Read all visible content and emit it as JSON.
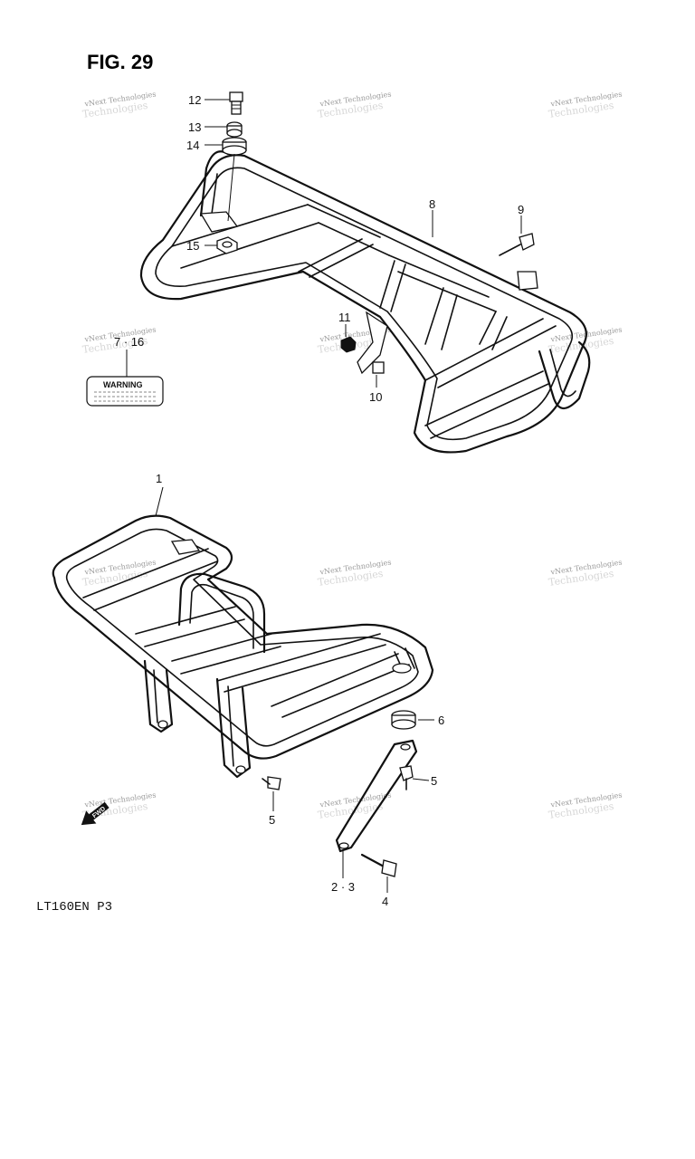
{
  "figure": {
    "title": "FIG. 29",
    "model_code": "LT160EN  P3"
  },
  "warning_label": {
    "text": "WARNING",
    "callout": "7 · 16"
  },
  "callouts": {
    "c1": "1",
    "c2_3": "2 · 3",
    "c4": "4",
    "c5a": "5",
    "c5b": "5",
    "c6": "6",
    "c8": "8",
    "c9": "9",
    "c10": "10",
    "c11": "11",
    "c12": "12",
    "c13": "13",
    "c14": "14",
    "c15": "15"
  },
  "direction_marker": {
    "text": "FWD",
    "icon": "forward-arrow-icon"
  },
  "watermark": {
    "line1": "vNext Technologies",
    "line2": "Technologies"
  }
}
